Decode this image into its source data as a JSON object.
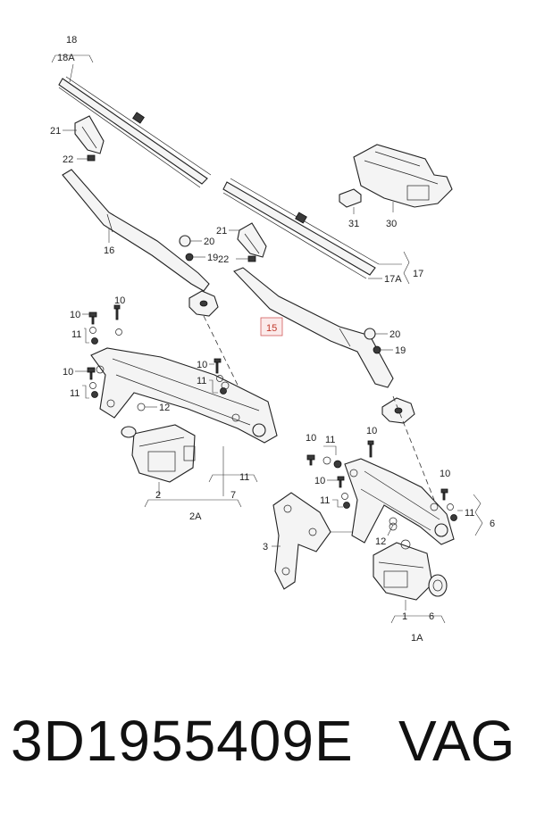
{
  "callouts": {
    "c18": "18",
    "c18a": "18A",
    "c21a": "21",
    "c22a": "22",
    "c16": "16",
    "c20a": "20",
    "c19a": "19",
    "c21b": "21",
    "c22b": "22",
    "c31": "31",
    "c30": "30",
    "c17": "17",
    "c17a": "17A",
    "c15": "15",
    "c20b": "20",
    "c19b": "19",
    "c10a": "10",
    "c10b": "10",
    "c11a": "11",
    "c10c": "10",
    "c11b": "11",
    "c10d": "10",
    "c11c": "11",
    "c12a": "12",
    "c11d": "11",
    "c2": "2",
    "c7": "7",
    "c2a": "2A",
    "c10e": "10",
    "c11e": "11",
    "c10f": "10",
    "c10g": "10",
    "c11f": "11",
    "c10h": "10",
    "c11g": "11",
    "c6a": "6",
    "c3": "3",
    "c12b": "12",
    "c1": "1",
    "c6b": "6",
    "c1a": "1A"
  },
  "footer": {
    "part_number": "3D1955409E",
    "brand": "VAG"
  }
}
